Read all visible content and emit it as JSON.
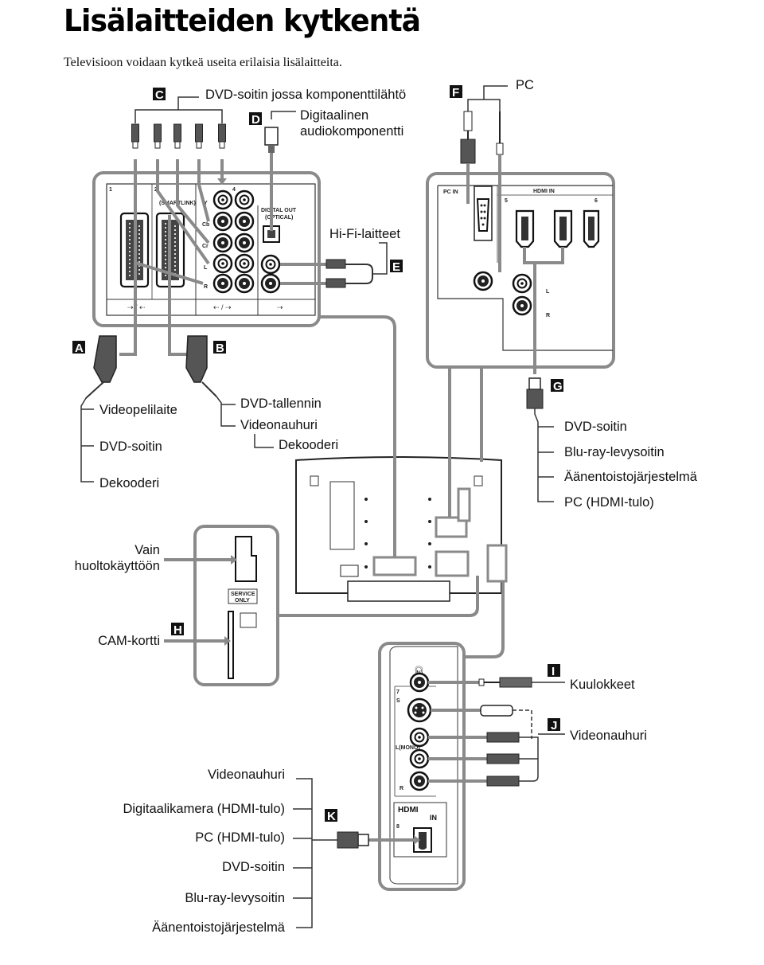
{
  "page": {
    "title": "Lisälaitteiden kytkentä",
    "intro": "Televisioon voidaan kytkeä useita erilaisia lisälaitteita."
  },
  "badges": {
    "a": "A",
    "b": "B",
    "c": "C",
    "d": "D",
    "e": "E",
    "f": "F",
    "g": "G",
    "h": "H",
    "i": "I",
    "j": "J",
    "k": "K"
  },
  "labels": {
    "c_device": "DVD-soitin jossa komponenttilähtö",
    "d_device_line1": "Digitaalinen",
    "d_device_line2": "audiokomponentti",
    "e_device": "Hi-Fi-laitteet",
    "f_device": "PC",
    "a_devices": [
      "Videopelilaite",
      "DVD-soitin",
      "Dekooderi"
    ],
    "b_devices": [
      "DVD-tallennin",
      "Videonauhuri"
    ],
    "b_sub_device": "Dekooderi",
    "g_devices": [
      "DVD-soitin",
      "Blu-ray-levysoitin",
      "Äänentoistojärjestelmä",
      "PC (HDMI-tulo)"
    ],
    "service_line1": "Vain",
    "service_line2": "huoltokäyttöön",
    "h_device": "CAM-kortti",
    "i_device": "Kuulokkeet",
    "j_device": "Videonauhuri",
    "k_devices": [
      "Videonauhuri",
      "Digitaalikamera (HDMI-tulo)",
      "PC (HDMI-tulo)",
      "DVD-soitin",
      "Blu-ray-levysoitin",
      "Äänentoistojärjestelmä"
    ]
  },
  "panel_text": {
    "p1": "1",
    "p2": "2",
    "smartlink": "(SMARTLINK)",
    "p4": "4",
    "y": "Y",
    "pb_cb": "Cb",
    "pr_cr": "Cr",
    "l": "L",
    "r": "R",
    "digital_out_line1": "DIGITAL OUT",
    "digital_out_line2": "(OPTICAL)",
    "pc_in": "PC IN",
    "hdmi_in": "HDMI IN",
    "hdmi_logo": "HDMI",
    "in": "IN",
    "p5": "5",
    "p6": "6",
    "p7": "7",
    "p8": "8",
    "s_video": "S",
    "mono": "L(MONO)",
    "service_only_line1": "SERVICE",
    "service_only_line2": "ONLY"
  }
}
